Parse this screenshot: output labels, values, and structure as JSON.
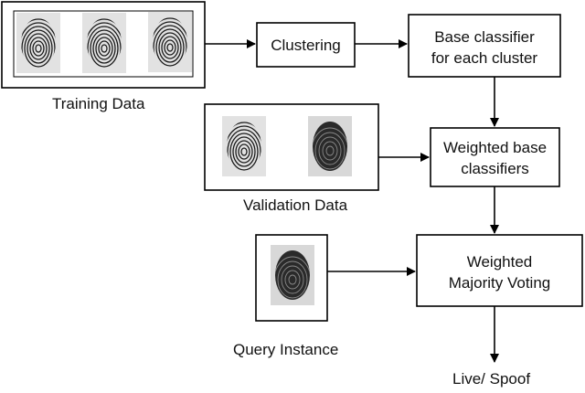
{
  "boxes": {
    "clustering": "Clustering",
    "base_classifier": [
      "Base classifier",
      "for each cluster"
    ],
    "weighted_base": [
      "Weighted base",
      "classifiers"
    ],
    "weighted_majority": [
      "Weighted",
      "Majority Voting"
    ]
  },
  "labels": {
    "training": "Training Data",
    "validation": "Validation Data",
    "query": "Query Instance",
    "output": "Live/ Spoof"
  },
  "images": {
    "training": [
      "fingerprint-icon",
      "fingerprint-icon",
      "fingerprint-icon"
    ],
    "validation": [
      "fingerprint-icon",
      "fingerprint-icon"
    ],
    "query": [
      "fingerprint-icon"
    ]
  },
  "colors": {
    "stroke": "#000000",
    "print_bg": "#e2e2e2",
    "ridge": "#1a1a1a"
  }
}
